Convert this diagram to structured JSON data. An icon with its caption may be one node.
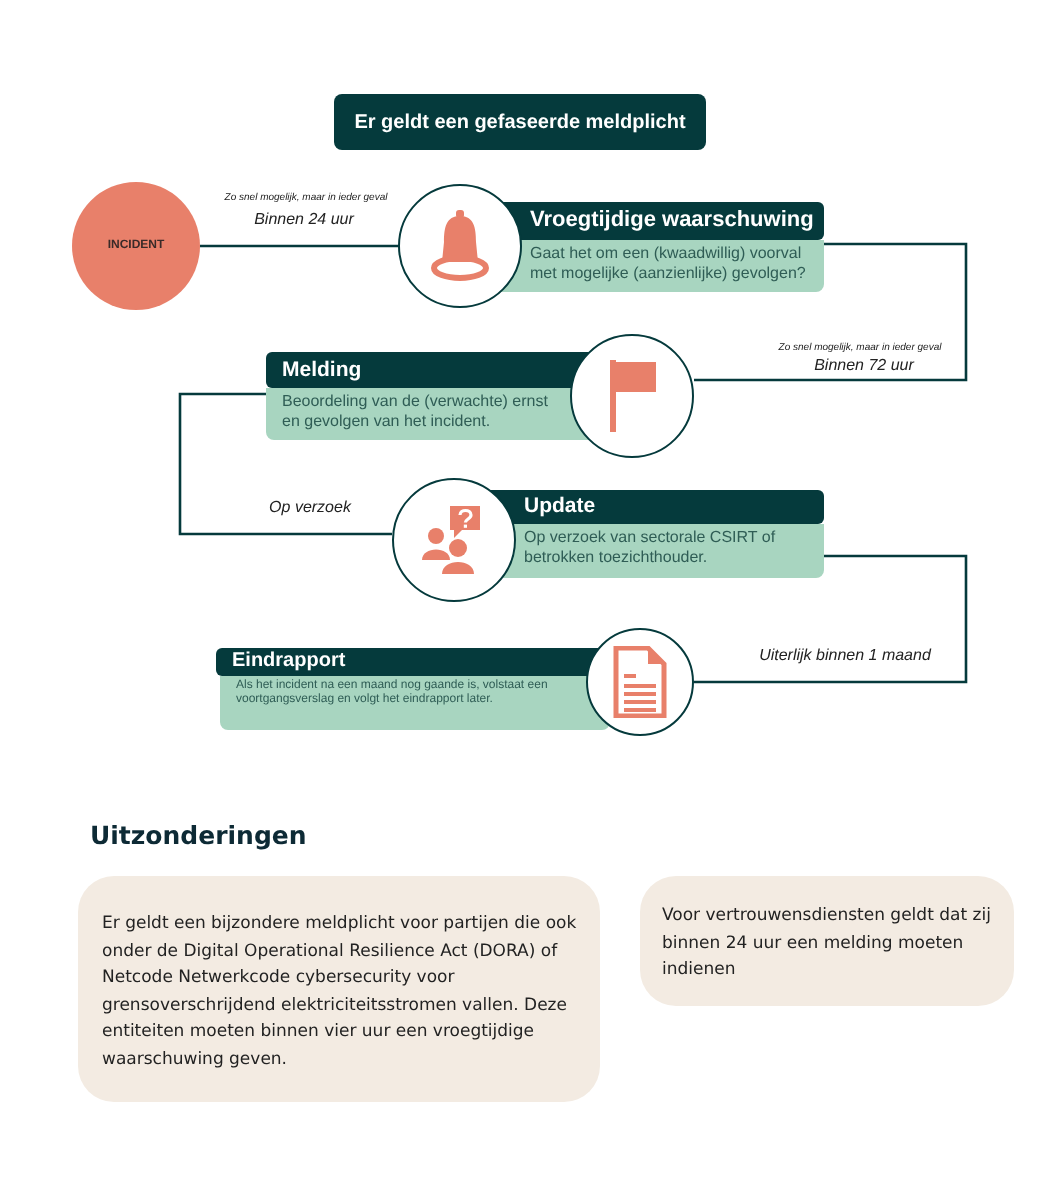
{
  "diagram": {
    "title": "Er geldt een gefaseerde meldplicht",
    "nodes": [
      {
        "text": [
          "INCIDENT"
        ]
      },
      {
        "text": [
          "Vroegtijdige waarschuwing",
          "Gaat het om een (kwaadwillig) voorval met mogelijke (aanzienlijke) gevolgen?"
        ]
      },
      {
        "text": [
          "Melding",
          "Beoordeling van de (verwachte) ernst en gevolgen van het incident."
        ]
      },
      {
        "text": [
          "Update",
          "Op verzoek van sectorale CSIRT of betrokken toezichthouder."
        ]
      },
      {
        "text": [
          "Eindrapport",
          "Als het incident na een maand nog gaande is, volstaat een voortgangsverslag en volgt het eindrapport later."
        ]
      },
      {
        "text": [
          "Er geldt een bijzondere meldplicht voor partijen die ook onder de Digital Operational Resilience Act (DORA) of Netcode Netwerkcode cybersecurity voor grensoverschrijdend elektriciteitsstromen vallen. Deze entiteiten moeten binnen vier uur een vroegtijdige waarschuwing geven."
        ]
      },
      {
        "text": [
          "Voor vertrouwensdiensten geldt dat zij binnen 24 uur een melding moeten indienen"
        ]
      }
    ],
    "edges": [
      {
        "from": 0,
        "to": 1,
        "arrow": "none",
        "label": "Binnen 24 uur"
      },
      {
        "from": 1,
        "to": 2,
        "arrow": "none",
        "label": "Binnen 72 uur"
      },
      {
        "from": 2,
        "to": 3,
        "arrow": "none",
        "label": "Op verzoek"
      },
      {
        "from": 3,
        "to": 4,
        "arrow": "none",
        "label": "Uiterlijk binnen 1 maand"
      }
    ],
    "labels": [
      "Zo snel mogelijk, maar in ieder geval",
      "Zo snel mogelijk, maar in ieder geval",
      "Uitzonderingen"
    ]
  }
}
